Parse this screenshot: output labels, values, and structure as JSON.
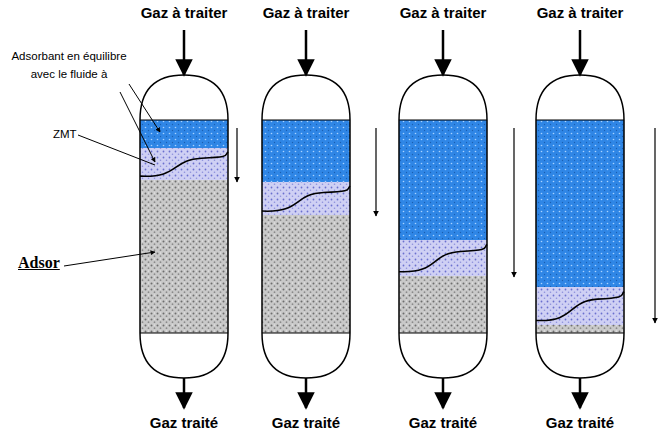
{
  "diagram": {
    "labels": [
      "Gaz à traiter",
      "Gaz à traiter",
      "Gaz à traiter",
      "Gaz à traiter",
      "Adsorbant en équilibre avec le fluide à",
      "ZMT",
      "Adsor",
      "Gaz traité",
      "Gaz traité",
      "Gaz traité",
      "Gaz traité"
    ]
  }
}
